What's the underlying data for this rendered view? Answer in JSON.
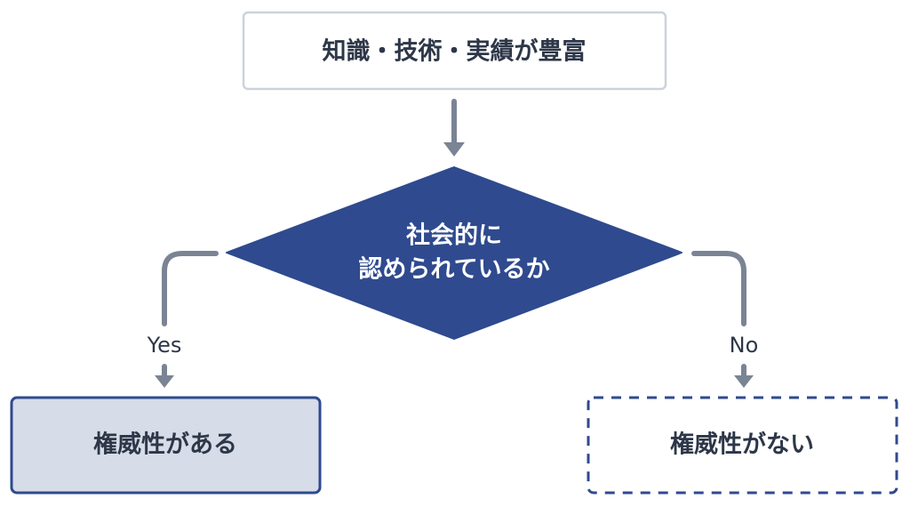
{
  "colors": {
    "box_border": "#cdd2db",
    "text_dark": "#2d3748",
    "arrow": "#7a8494",
    "diamond_fill": "#2f4a8e",
    "diamond_text": "#ffffff",
    "yes_fill": "#d6dce8",
    "yes_border": "#2f4a8e",
    "no_border": "#2f4a8e"
  },
  "nodes": {
    "start": {
      "label": "知識・技術・実績が豊富"
    },
    "decision": {
      "line1": "社会的に",
      "line2": "認められているか"
    },
    "yes_result": {
      "label": "権威性がある"
    },
    "no_result": {
      "label": "権威性がない"
    }
  },
  "edges": {
    "yes": {
      "label": "Yes"
    },
    "no": {
      "label": "No"
    }
  }
}
